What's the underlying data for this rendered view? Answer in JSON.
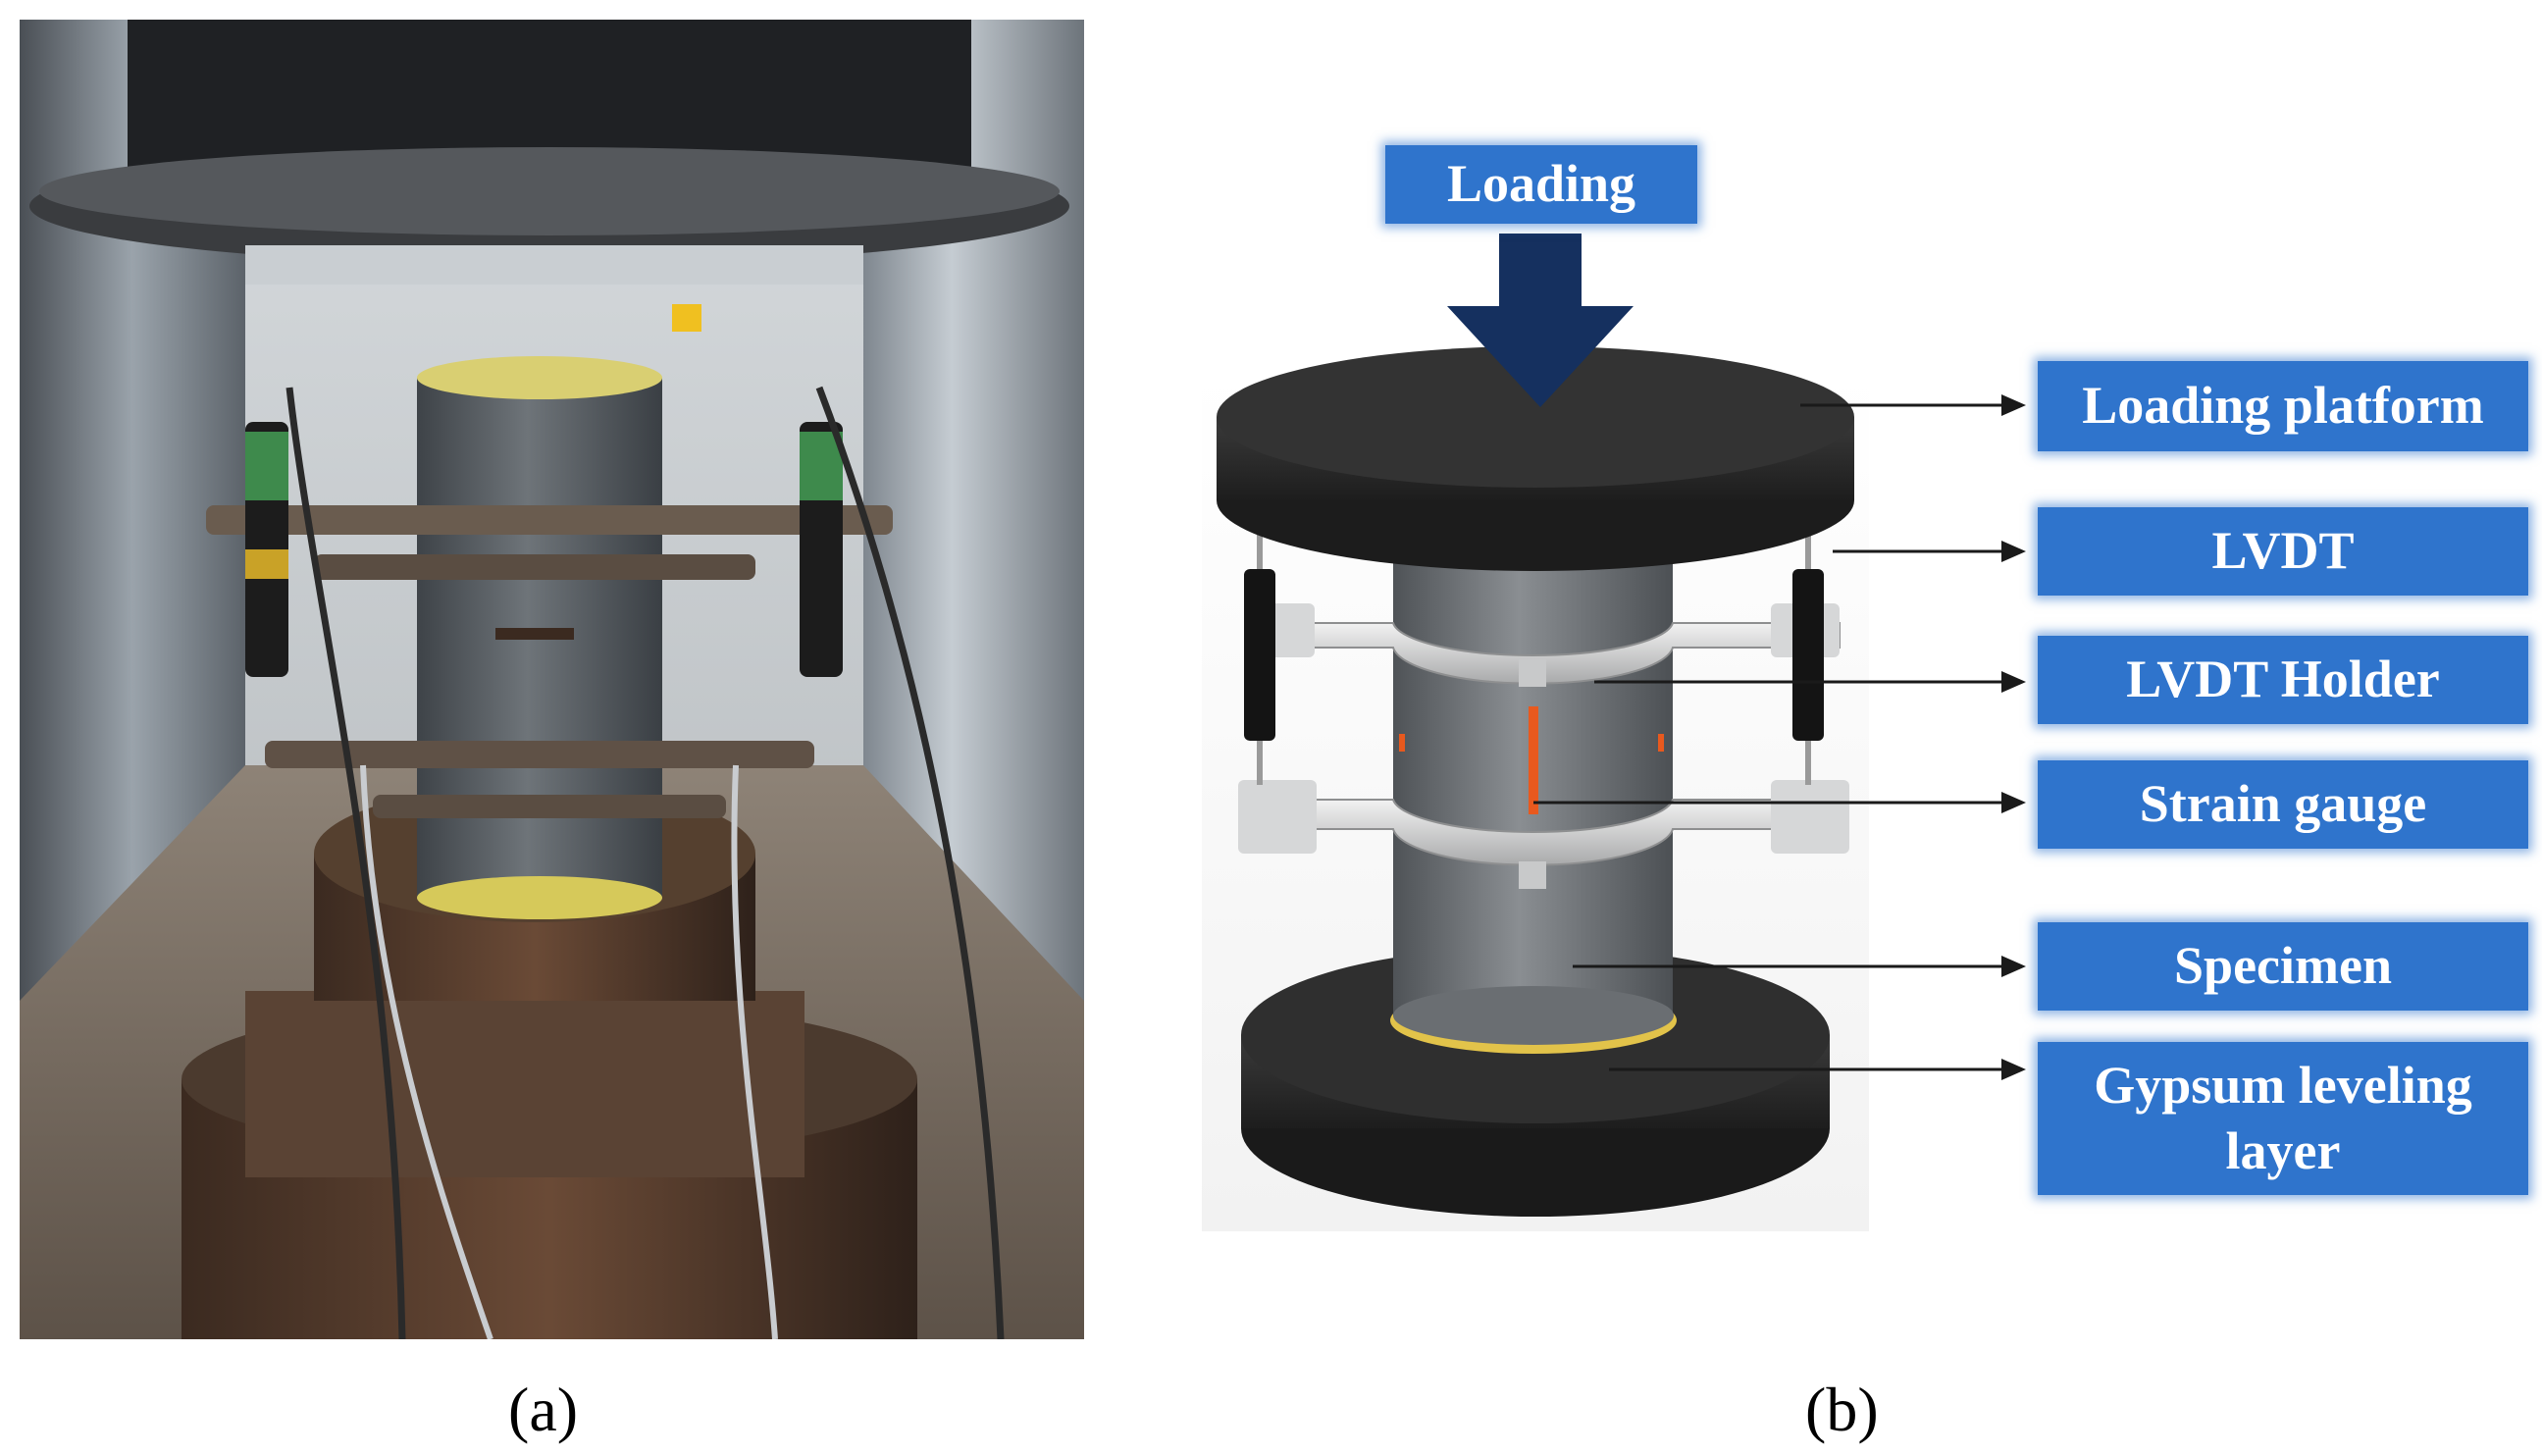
{
  "panel_a": {
    "caption": "(a)"
  },
  "panel_b": {
    "caption": "(b)",
    "load_label": "Loading",
    "labels": {
      "loading_platform": "Loading platform",
      "lvdt": "LVDT",
      "lvdt_holder": "LVDT Holder",
      "strain_gauge": "Strain gauge",
      "specimen": "Specimen",
      "gypsum_line1": "Gypsum leveling",
      "gypsum_line2": "layer"
    }
  },
  "colors": {
    "label_blue": "#2f74cc",
    "arrow_navy": "#15305f",
    "platform_black": "#2b2b2b",
    "specimen_grey": "#6b6e72",
    "gypsum_yellow": "#e2c34a",
    "strain_gauge_orange": "#e8591e"
  }
}
